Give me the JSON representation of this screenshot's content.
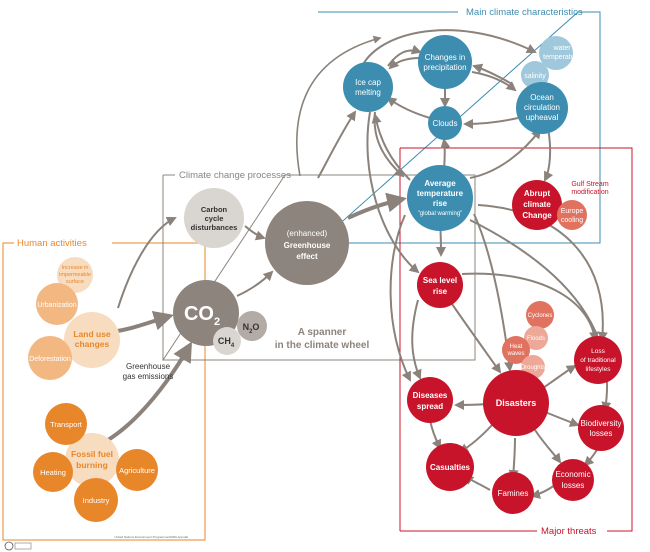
{
  "sections": {
    "human": "Human activities",
    "processes": "Climate change processes",
    "characteristics": "Main climate characteristics",
    "threats": "Major threats"
  },
  "colors": {
    "orange": "#e8872a",
    "orange_light": "#f3b781",
    "orange_pale": "#f8dcc0",
    "grey": "#8c847d",
    "grey_dark": "#6f6760",
    "grey_light": "#b3aca6",
    "grey_pale": "#d9d5d1",
    "blue": "#3d8db0",
    "blue_light": "#9fc8dc",
    "red": "#c8142a",
    "red_light": "#e0725f",
    "red_pale": "#eea898",
    "arrow": "#8a827b"
  },
  "nodes": {
    "impermeable": [
      "Increase in",
      "impermeable",
      "surface"
    ],
    "urbanization": [
      "Urbanization"
    ],
    "land_use": [
      "Land use",
      "changes"
    ],
    "deforestation": [
      "Deforestation"
    ],
    "transport": [
      "Transport"
    ],
    "fossil": [
      "Fossil fuel",
      "burning"
    ],
    "heating": [
      "Heating"
    ],
    "agriculture": [
      "Agriculture"
    ],
    "industry": [
      "Industry"
    ],
    "ghg_emissions": [
      "Greenhouse",
      "gas emissions"
    ],
    "carbon": [
      "Carbon",
      "cycle",
      "disturbances"
    ],
    "greenhouse": [
      "(enhanced)",
      "Greenhouse",
      "effect"
    ],
    "co2": "CO",
    "co2_sub": "2",
    "n2o": "N",
    "n2o_sub": "2",
    "n2o_tail": "O",
    "ch4": "CH",
    "ch4_sub": "4",
    "spanner": [
      "A spanner",
      "in the climate wheel"
    ],
    "ice": [
      "Ice cap",
      "melting"
    ],
    "precip": [
      "Changes in",
      "precipitation"
    ],
    "water_temp": [
      "water",
      "temperature"
    ],
    "salinity": [
      "salinity"
    ],
    "ocean": [
      "Ocean",
      "circulation",
      "upheaval"
    ],
    "clouds": [
      "Clouds"
    ],
    "avg_temp": [
      "Average",
      "temperature",
      "rise",
      "\"global warming\""
    ],
    "abrupt": [
      "Abrupt",
      "climate",
      "Change"
    ],
    "gulf": [
      "Gulf Stream",
      "modification"
    ],
    "europe": [
      "Europe",
      "cooling"
    ],
    "sea_level": [
      "Sea level",
      "rise"
    ],
    "cyclones": [
      "Cyclones"
    ],
    "floods": [
      "Floods"
    ],
    "heat_waves": [
      "Heat",
      "waves"
    ],
    "droughts": [
      "Droughts"
    ],
    "lifestyles": [
      "Loss",
      "of traditional",
      "lifestyles"
    ],
    "diseases": [
      "Diseases",
      "spread"
    ],
    "disasters": [
      "Disasters"
    ],
    "biodiversity": [
      "Biodiversity",
      "losses"
    ],
    "casualties": [
      "Casualties"
    ],
    "economic": [
      "Economic",
      "losses"
    ],
    "famines": [
      "Famines"
    ]
  },
  "footer": {
    "credit": "United Nations Environment Programme/GRID-Arendal"
  }
}
